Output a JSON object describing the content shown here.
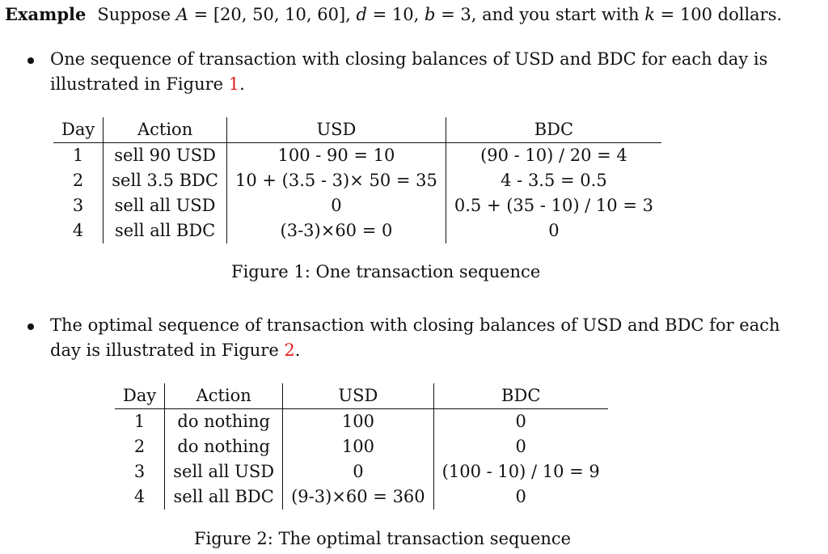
{
  "example": {
    "label": "Example",
    "text_before": "Suppose ",
    "A_symbol": "A",
    "A_value": " = [20, 50, 10, 60], ",
    "d_symbol": "d",
    "d_value": " = 10, ",
    "b_symbol": "b",
    "b_value": " = 3, and you start with ",
    "k_symbol": "k",
    "k_value": " = 100 dollars."
  },
  "bullets": [
    {
      "line1": "One sequence of transaction with closing balances of USD and BDC for each day is",
      "line2_before": "illustrated in Figure ",
      "ref": "1",
      "line2_after": "."
    },
    {
      "line1": "The optimal sequence of transaction with closing balances of USD and BDC for each",
      "line2_before": "day is illustrated in Figure ",
      "ref": "2",
      "line2_after": "."
    }
  ],
  "tables": [
    {
      "headers": [
        "Day",
        "Action",
        "USD",
        "BDC"
      ],
      "rows": [
        [
          "1",
          "sell 90 USD",
          "100 - 90 = 10",
          "(90 - 10) / 20 = 4"
        ],
        [
          "2",
          "sell 3.5 BDC",
          "10 + (3.5 - 3)× 50 = 35",
          "4 - 3.5 = 0.5"
        ],
        [
          "3",
          "sell all USD",
          "0",
          "0.5 + (35 - 10) / 10 = 3"
        ],
        [
          "4",
          "sell all BDC",
          "(3-3)×60 = 0",
          "0"
        ]
      ],
      "caption": "Figure 1: One transaction sequence"
    },
    {
      "headers": [
        "Day",
        "Action",
        "USD",
        "BDC"
      ],
      "rows": [
        [
          "1",
          "do nothing",
          "100",
          "0"
        ],
        [
          "2",
          "do nothing",
          "100",
          "0"
        ],
        [
          "3",
          "sell all USD",
          "0",
          "(100 - 10) / 10 = 9"
        ],
        [
          "4",
          "sell all BDC",
          "(9-3)×60 = 360",
          "0"
        ]
      ],
      "caption": "Figure 2: The optimal transaction sequence"
    }
  ]
}
